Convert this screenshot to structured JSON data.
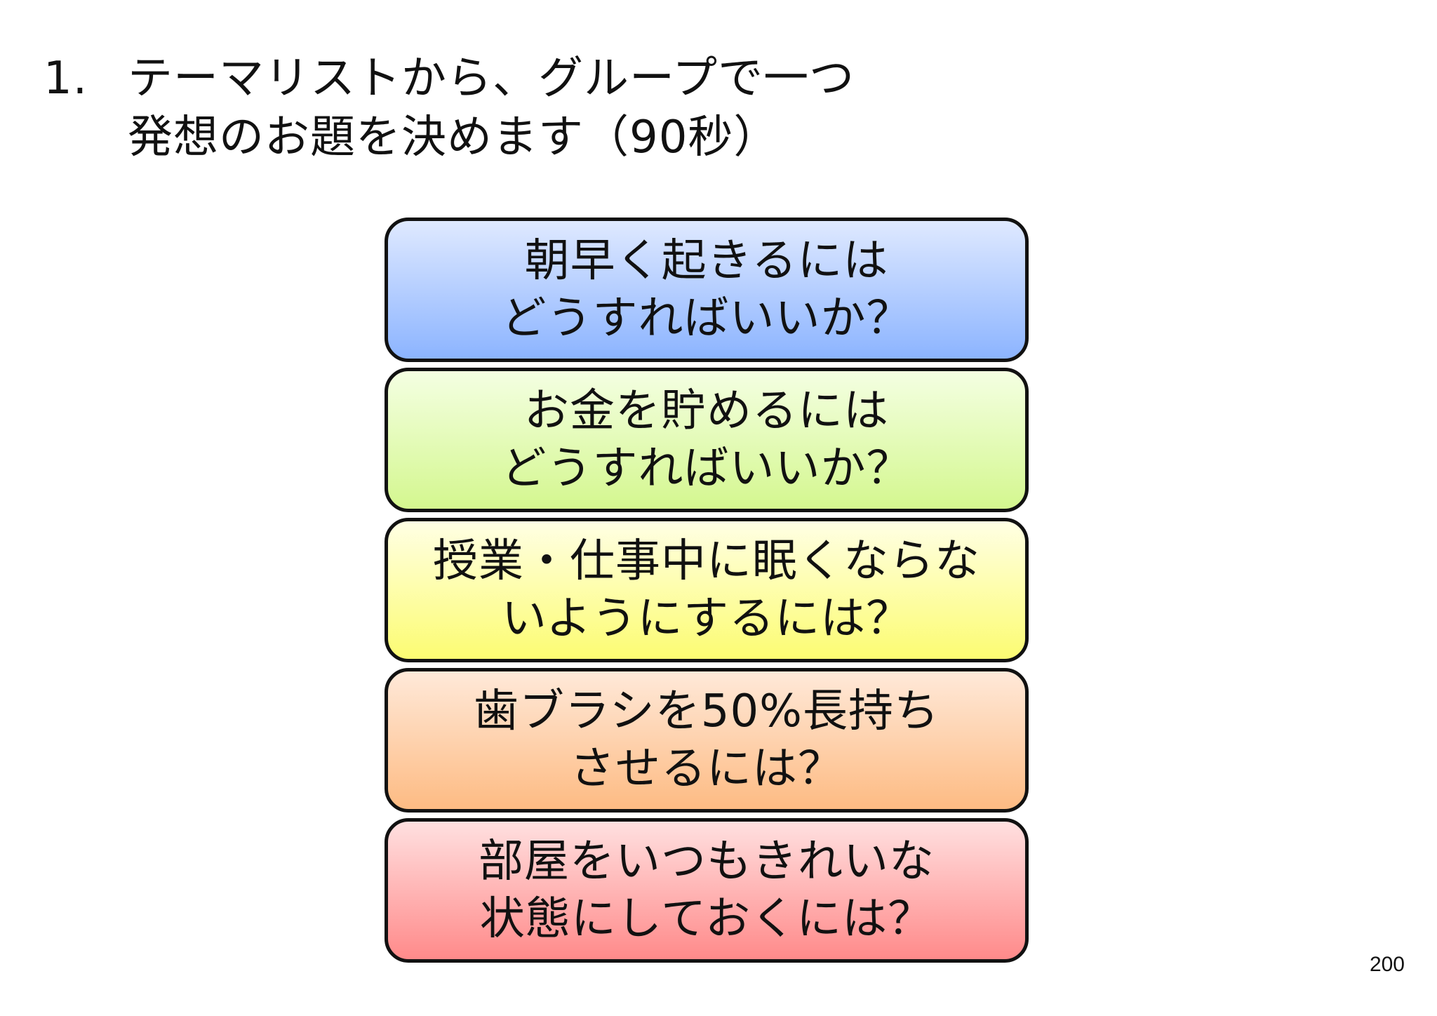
{
  "title": {
    "number": "1.",
    "line1": "テーマリストから、グループで一つ",
    "line2": "発想のお題を決めます（90秒）"
  },
  "topics": [
    {
      "text": "朝早く起きるには\nどうすればいいか？",
      "gradient_top": "#dfe9ff",
      "gradient_bottom": "#8cb4ff"
    },
    {
      "text": "お金を貯めるには\nどうすればいいか？",
      "gradient_top": "#f4ffe2",
      "gradient_bottom": "#d4f78f"
    },
    {
      "text": "授業・仕事中に眠くならな\nいようにするには？",
      "gradient_top": "#ffffe4",
      "gradient_bottom": "#fcfc72"
    },
    {
      "text": "歯ブラシを50%長持ち\nさせるには？",
      "gradient_top": "#ffe9d9",
      "gradient_bottom": "#fdbb83"
    },
    {
      "text": "部屋をいつもきれいな\n状態にしておくには？",
      "gradient_top": "#ffe0e0",
      "gradient_bottom": "#ff8a8a"
    }
  ],
  "page_number": "200"
}
